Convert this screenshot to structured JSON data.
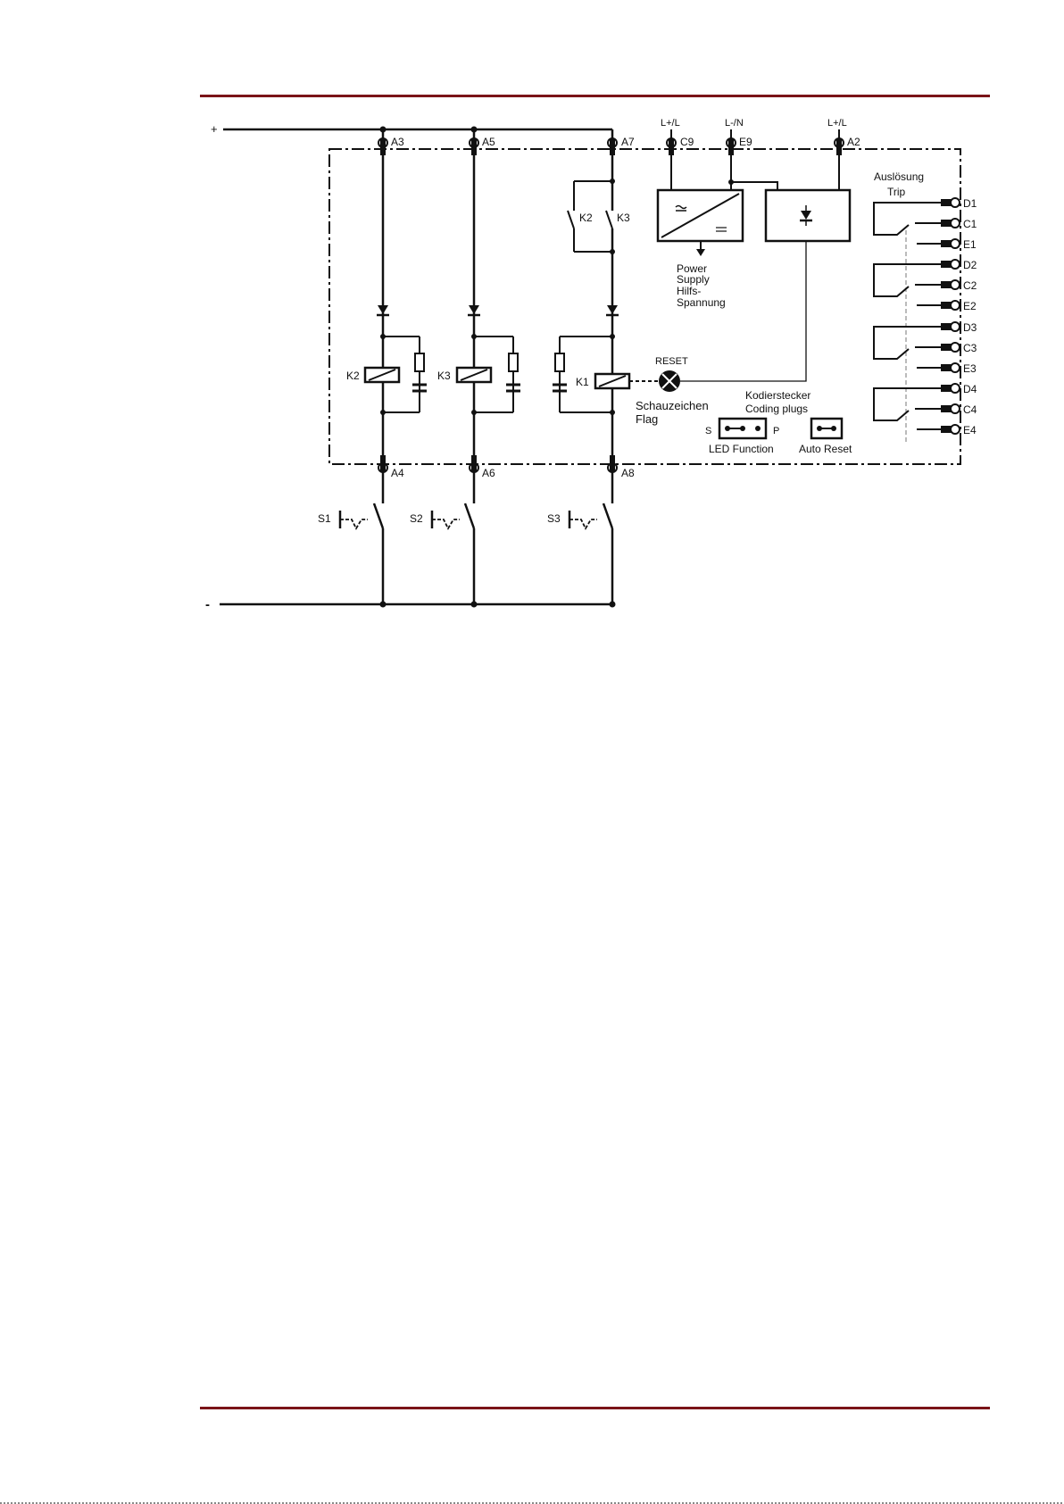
{
  "colors": {
    "rule": "#7a1418",
    "ink": "#111111"
  },
  "rails": {
    "plus": "+",
    "minus": "-"
  },
  "terminals_top": {
    "a3": "A3",
    "a5": "A5",
    "a7": "A7",
    "c9": "C9",
    "e9": "E9",
    "a2": "A2"
  },
  "terminals_bottom": {
    "a4": "A4",
    "a6": "A6",
    "a8": "A8"
  },
  "supply_labels": {
    "c9": "L+/L",
    "e9": "L-/N",
    "a2": "L+/L"
  },
  "relays": {
    "k1": "K1",
    "k2": "K2",
    "k3": "K3"
  },
  "contacts": {
    "k2": "K2",
    "k3": "K3"
  },
  "switches": {
    "s1": "S1",
    "s2": "S2",
    "s3": "S3"
  },
  "power_supply": {
    "line1": "Power",
    "line2": "Supply",
    "line3": "Hilfs-",
    "line4": "Spannung"
  },
  "reset": "RESET",
  "flag": {
    "line1": "Schauzeichen",
    "line2": "Flag"
  },
  "coding": {
    "title1": "Kodierstecker",
    "title2": "Coding plugs",
    "s": "S",
    "p": "P",
    "led_function": "LED Function",
    "auto_reset": "Auto Reset"
  },
  "trip": {
    "line1": "Auslösung",
    "line2": "Trip"
  },
  "outputs": [
    "D1",
    "C1",
    "E1",
    "D2",
    "C2",
    "E2",
    "D3",
    "C3",
    "E3",
    "D4",
    "C4",
    "E4"
  ]
}
